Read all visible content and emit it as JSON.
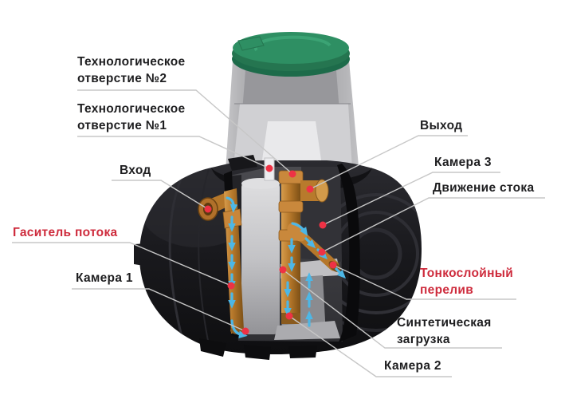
{
  "diagram": {
    "type": "septic-tank-cutaway",
    "description": "Cutaway technical diagram of a plastic septic tank with callout labels"
  },
  "labels": {
    "tech_opening_2": {
      "lines": [
        "Технологическое",
        "отверстие №2"
      ]
    },
    "tech_opening_1": {
      "lines": [
        "Технологическое",
        "отверстие №1"
      ]
    },
    "inlet": {
      "text": "Вход"
    },
    "flow_damper": {
      "text": "Гаситель потока"
    },
    "chamber_1": {
      "text": "Камера 1"
    },
    "outlet": {
      "text": "Выход"
    },
    "chamber_3": {
      "text": "Камера 3"
    },
    "flow_movement": {
      "text": "Движение стока"
    },
    "thin_layer_overflow": {
      "lines": [
        "Тонкослойный",
        "перелив"
      ]
    },
    "synthetic_media": {
      "lines": [
        "Синтетическая",
        "загрузка"
      ]
    },
    "chamber_2": {
      "text": "Камера 2"
    }
  },
  "colors": {
    "background": "#ffffff",
    "label-black": "#1e1e20",
    "label-red": "#ce2b3c",
    "dot-red": "#ee3245",
    "arrow-blue": "#4db7e6",
    "leader-gray": "#c7c7c7",
    "lid-green": "#2e8f63",
    "pipe-orange": "#b5772a",
    "tank-black": "#141417"
  }
}
